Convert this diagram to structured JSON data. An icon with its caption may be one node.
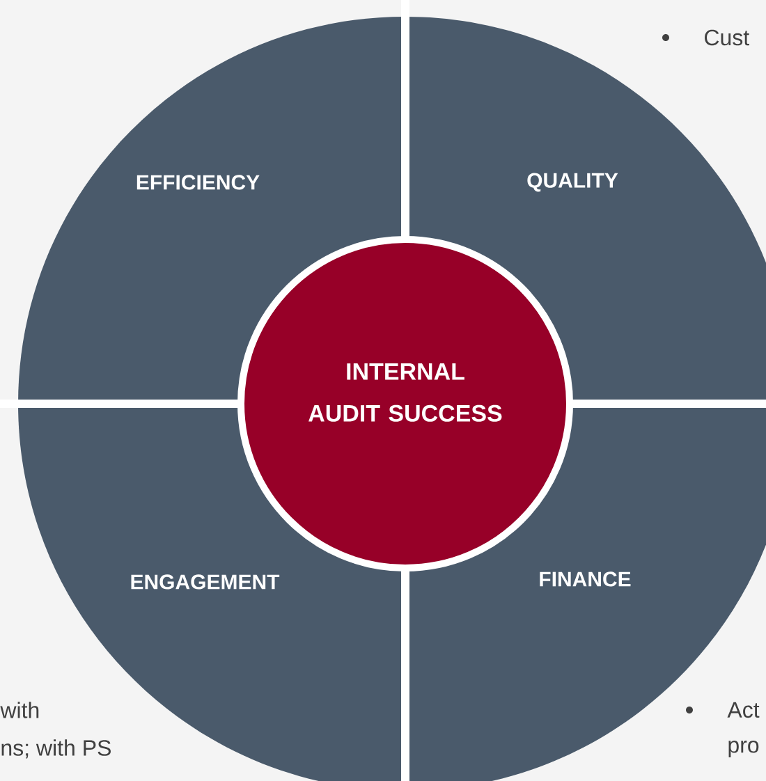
{
  "diagram": {
    "nodes": [
      {
        "text": [
          "EFFICIENCY"
        ]
      },
      {
        "text": [
          "QUALITY"
        ]
      },
      {
        "text": [
          "INTERNAL AUDIT SUCCESS"
        ]
      },
      {
        "text": [
          "ENGAGEMENT"
        ]
      },
      {
        "text": [
          "FINANCE"
        ]
      }
    ],
    "labels": [
      "Cust",
      "with",
      "ns; with PS",
      "Act",
      "pro"
    ]
  }
}
